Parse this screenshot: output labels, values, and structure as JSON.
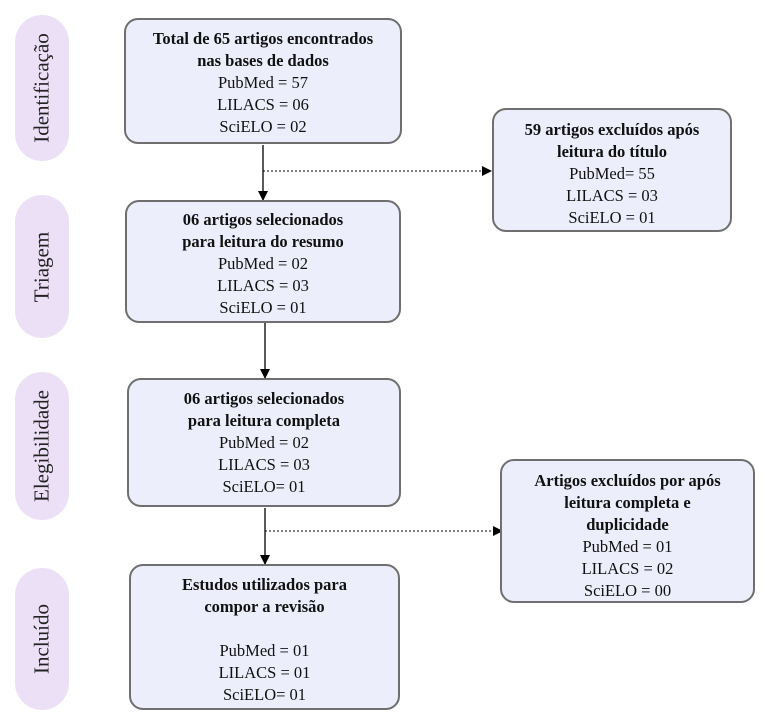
{
  "stages": [
    {
      "label": "Identificação"
    },
    {
      "label": "Triagem"
    },
    {
      "label": "Elegibilidade"
    },
    {
      "label": "Incluído"
    }
  ],
  "boxes": {
    "identification": {
      "title": [
        "Total de 65 artigos encontrados",
        "nas bases de dados"
      ],
      "lines": [
        "PubMed = 57",
        "LILACS = 06",
        "SciELO = 02"
      ]
    },
    "excluded_title": {
      "title": [
        "59 artigos excluídos após",
        "leitura do título"
      ],
      "lines": [
        "PubMed= 55",
        "LILACS = 03",
        "SciELO = 01"
      ]
    },
    "screening": {
      "title": [
        "06 artigos selecionados",
        "para leitura do resumo"
      ],
      "lines": [
        "PubMed = 02",
        "LILACS = 03",
        "SciELO = 01"
      ]
    },
    "eligibility": {
      "title": [
        "06 artigos selecionados",
        "para leitura completa"
      ],
      "lines": [
        "PubMed = 02",
        "LILACS = 03",
        "SciELO= 01"
      ]
    },
    "excluded_full": {
      "title": [
        "Artigos excluídos por após",
        "leitura completa e",
        "duplicidade"
      ],
      "lines": [
        "PubMed = 01",
        "LILACS = 02",
        "SciELO = 00"
      ]
    },
    "included": {
      "title": [
        "Estudos utilizados para",
        "compor a revisão"
      ],
      "lines": [
        "PubMed = 01",
        "LILACS = 01",
        "SciELO= 01"
      ]
    }
  }
}
